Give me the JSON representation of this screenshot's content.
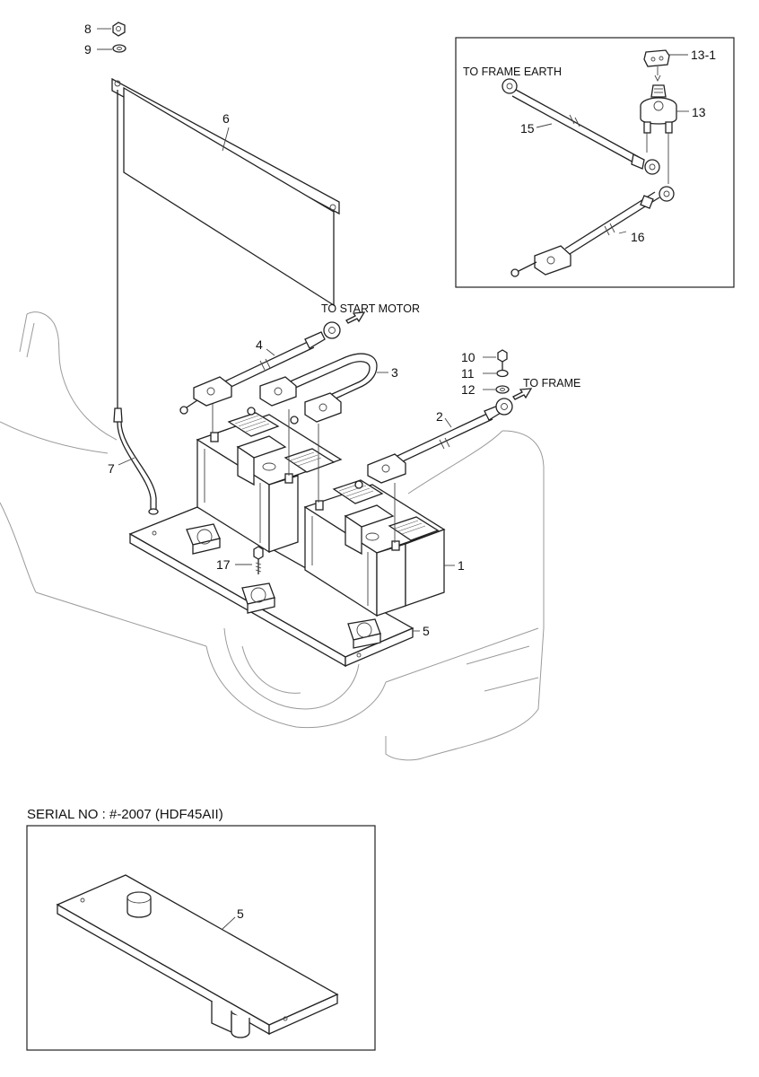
{
  "callouts": {
    "c1": "1",
    "c2": "2",
    "c3": "3",
    "c4": "4",
    "c5": "5",
    "c5b": "5",
    "c6": "6",
    "c7": "7",
    "c8": "8",
    "c9": "9",
    "c10": "10",
    "c11": "11",
    "c12": "12",
    "c13": "13",
    "c13_1": "13-1",
    "c15": "15",
    "c16": "16",
    "c17": "17"
  },
  "captions": {
    "to_start_motor": "TO START MOTOR",
    "to_frame": "TO FRAME",
    "to_frame_earth": "TO FRAME EARTH",
    "serial_note": "SERIAL NO : #-2007 (HDF45AII)"
  }
}
